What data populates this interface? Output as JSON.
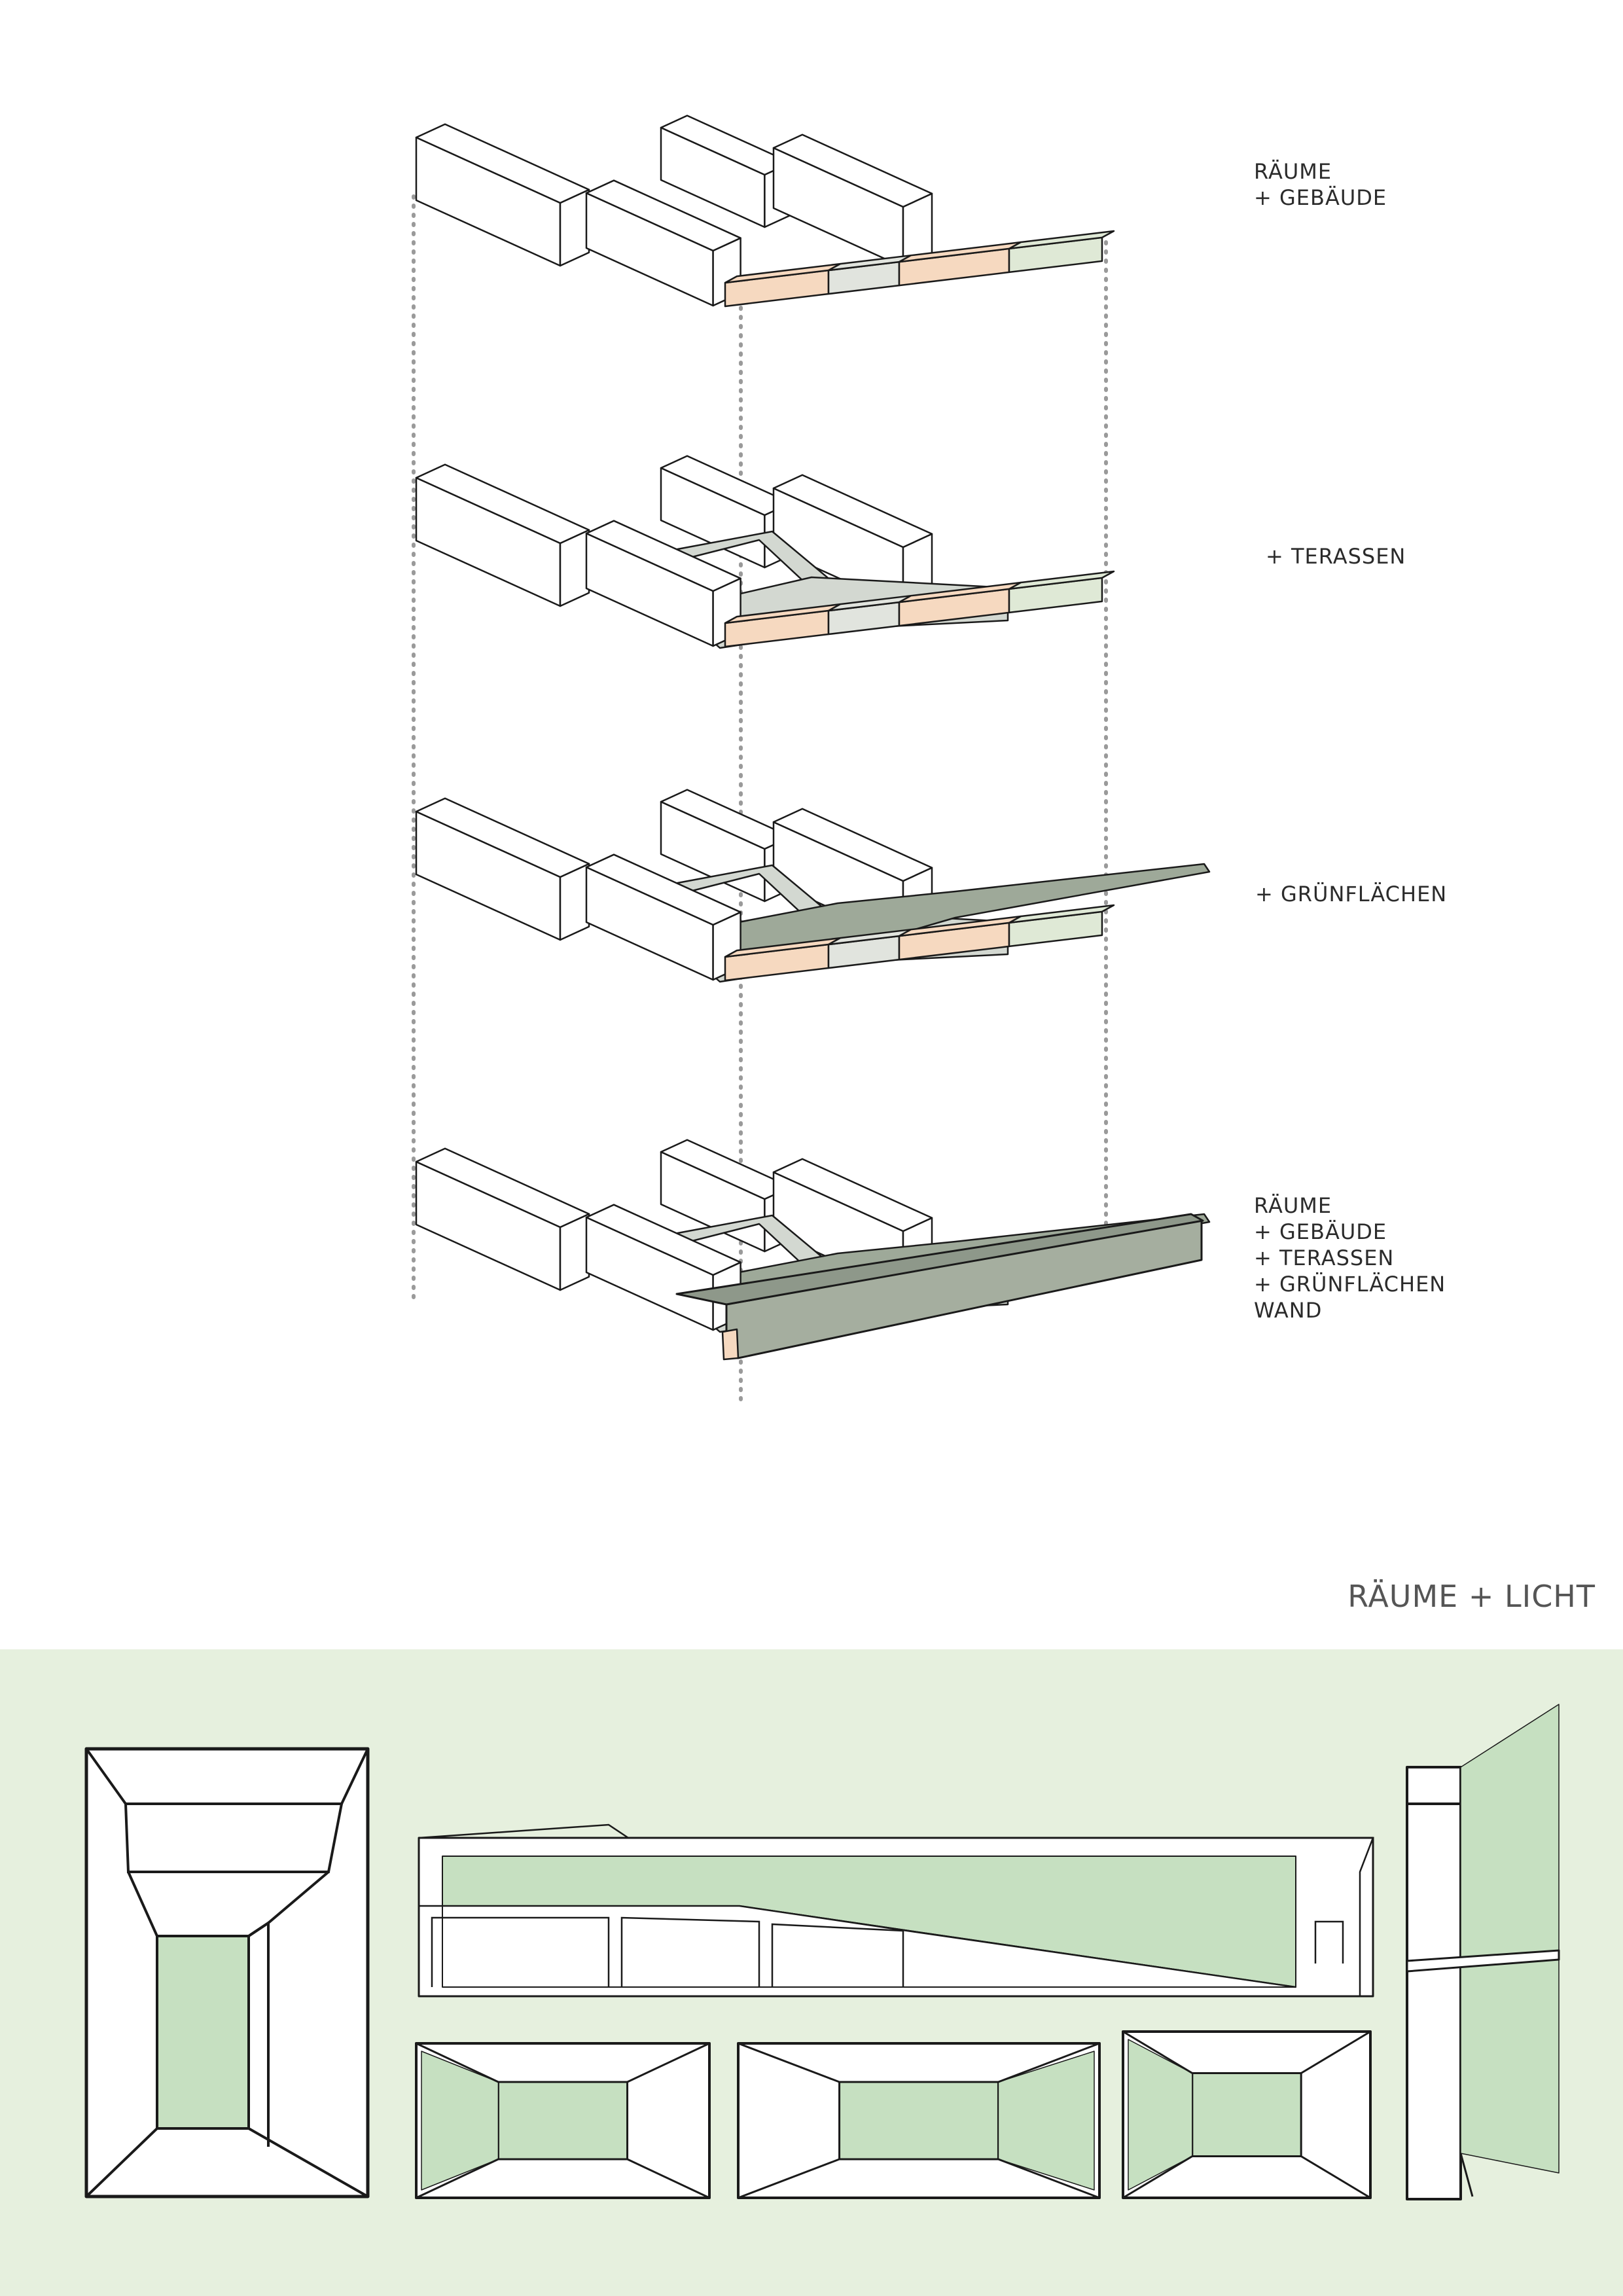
{
  "colors": {
    "outline": "#1a1a1a",
    "orange": "#f6d9c0",
    "grey": "#e1e4de",
    "light_green": "#dfe9d6",
    "terrace": "#d3d8d1",
    "green_dark": "#9ea999",
    "wall_front": "#a5ae9f",
    "wall_top": "#8e988a",
    "panel_bg": "#e6f0de",
    "room_green": "#c6e0c1",
    "guide_dots": "#9a9a9a"
  },
  "stages": [
    {
      "id": "stage-1",
      "lines": [
        "RÄUME",
        "+ GEBÄUDE"
      ]
    },
    {
      "id": "stage-2",
      "lines": [
        "+ TERASSEN"
      ]
    },
    {
      "id": "stage-3",
      "lines": [
        "+ GRÜNFLÄCHEN"
      ]
    },
    {
      "id": "stage-4",
      "lines": [
        "RÄUME",
        "+ GEBÄUDE",
        "+ TERASSEN",
        "+ GRÜNFLÄCHEN",
        "WAND"
      ]
    }
  ],
  "section": {
    "title": "RÄUME + LICHT"
  }
}
